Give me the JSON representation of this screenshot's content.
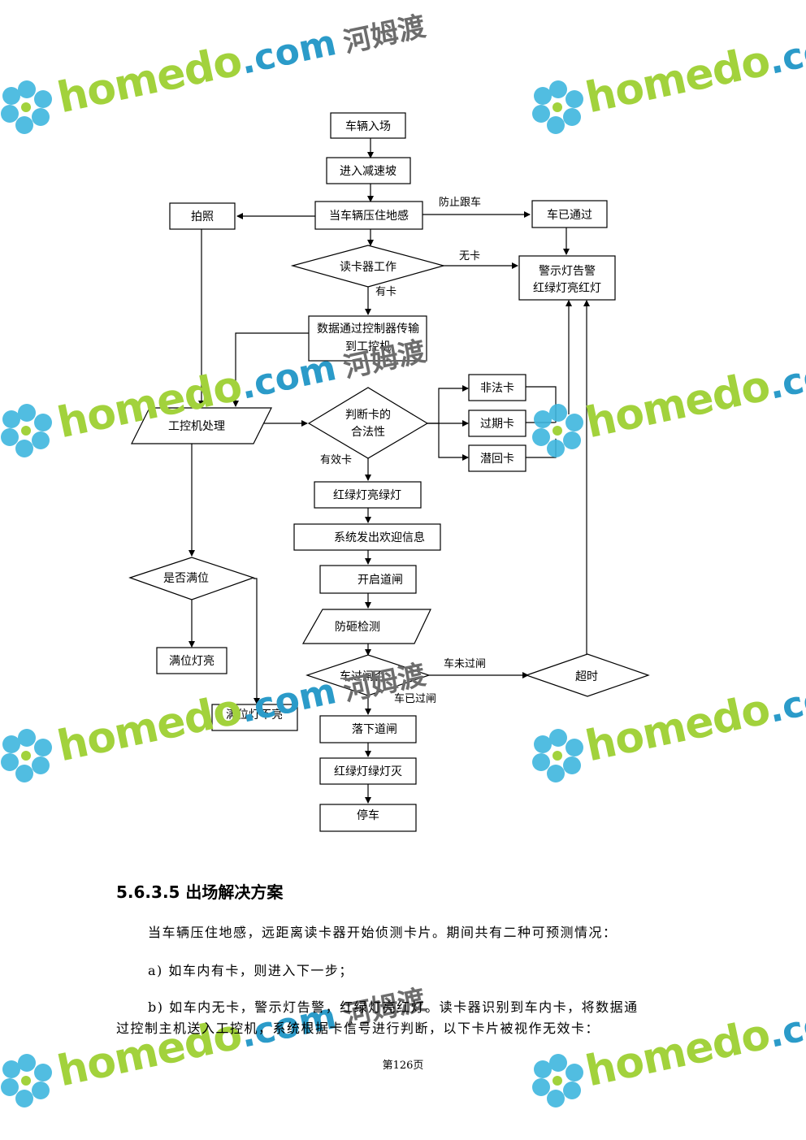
{
  "flowchart": {
    "nodes": {
      "enter": "车辆入场",
      "slope": "进入减速坡",
      "sensor": "当车辆压住地感",
      "photo": "拍照",
      "passed": "车已通过",
      "reader": "读卡器工作",
      "alarm_line1": "警示灯告警",
      "alarm_line2": "红绿灯亮红灯",
      "transfer_line1": "数据通过控制器传输",
      "transfer_line2": "到工控机",
      "ipc": "工控机处理",
      "judge_line1": "判断卡的",
      "judge_line2": "合法性",
      "illegal": "非法卡",
      "expired": "过期卡",
      "returned": "潜回卡",
      "green_on": "红绿灯亮绿灯",
      "welcome": "系统发出欢迎信息",
      "open_gate": "开启道闸",
      "anti_smash": "防砸检测",
      "car_through": "车过闸否",
      "timeout": "超时",
      "full": "是否满位",
      "full_light_on": "满位灯亮",
      "full_light_off": "满位灯不亮",
      "close_gate": "落下道闸",
      "green_off": "红绿灯绿灯灭",
      "stop": "停车"
    },
    "edges": {
      "anti_tailgate": "防止跟车",
      "no_card": "无卡",
      "has_card": "有卡",
      "valid_card": "有效卡",
      "not_through": "车未过闸",
      "through": "车已过闸"
    }
  },
  "section": {
    "heading": "5.6.3.5 出场解决方案",
    "p1": "当车辆压住地感，远距离读卡器开始侦测卡片。期间共有二种可预测情况：",
    "p2": "a)  如车内有卡，则进入下一步；",
    "p3_line1": "b)  如车内无卡，警示灯告警，红绿灯亮红灯。读卡器识别到车内卡，将数据通",
    "p3_line2": "过控制主机送入工控机，系统根据卡信号进行判断，以下卡片被视作无效卡："
  },
  "footer": {
    "page": "第126页"
  },
  "watermark": {
    "brand": "homedo",
    "domain": ".com",
    "cn": "河姆渡",
    "colors": {
      "green": "#a2d23c",
      "blue": "#2b9bc9",
      "gray": "#6d6d6d"
    }
  }
}
